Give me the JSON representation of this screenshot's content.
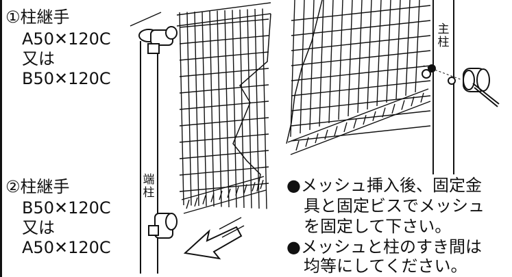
{
  "joint_top": {
    "title": "①柱継手",
    "line1": "A50✕120C",
    "or": "又は",
    "line2": "B50✕120C"
  },
  "joint_bottom": {
    "title": "②柱継手",
    "line1": "B50✕120C",
    "or": "又は",
    "line2": "A50✕120C"
  },
  "post_labels": {
    "end_post": "端柱",
    "main_post": "主柱"
  },
  "notes": [
    "●メッシュ挿入後、固定金",
    "具と固定ビスでメッシュ",
    "を固定して下さい。",
    "●メッシュと柱のすき間は",
    "均等にしてください。"
  ]
}
